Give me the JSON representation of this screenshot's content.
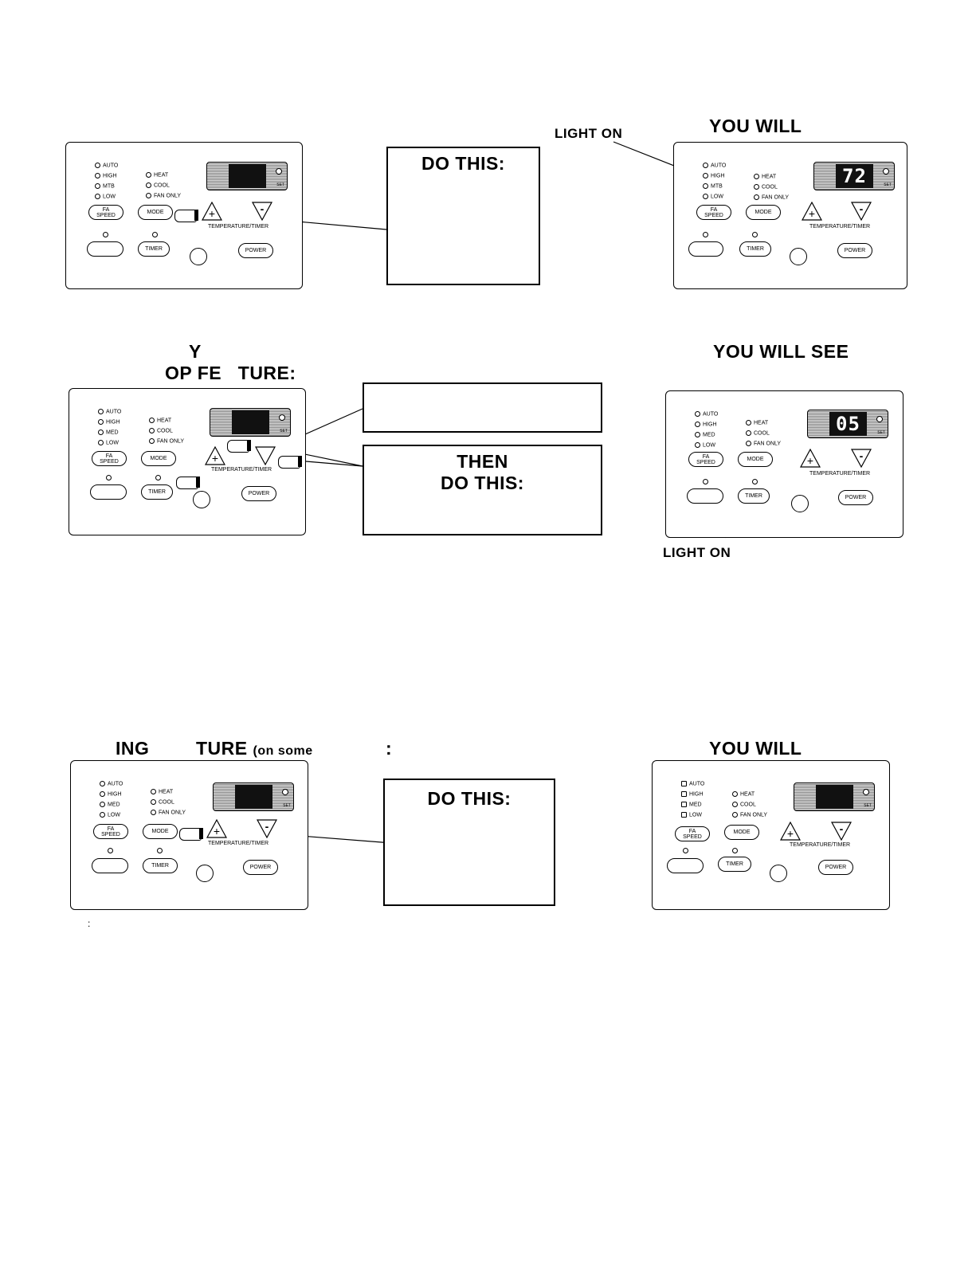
{
  "section1": {
    "callout_light": "LIGHT ON",
    "heading_right": "YOU WILL",
    "instruction": "DO THIS:",
    "display_value": "72"
  },
  "section2": {
    "heading_left_1": "Y",
    "heading_left_2": "OP FE   TURE:",
    "heading_right": "YOU WILL SEE",
    "instruction_then": "THEN",
    "instruction_do": "DO THIS:",
    "callout_light": "LIGHT ON",
    "display_value": "05"
  },
  "section3": {
    "heading_left_a": "ING",
    "heading_left_b": "TURE",
    "heading_left_c": "(on some",
    "heading_left_colon": ":",
    "heading_right": "YOU WILL",
    "instruction": "DO THIS:",
    "footnote": ":"
  },
  "panel": {
    "auto": "AUTO",
    "high": "HIGH",
    "med": "MED",
    "med_alt": "MTB",
    "low": "LOW",
    "heat": "HEAT",
    "cool": "COOL",
    "fan_only": "FAN ONLY",
    "fan_speed_1": "FA",
    "fan_speed_2": "SPEED",
    "mode": "MODE",
    "timer": "TIMER",
    "power": "POWER",
    "temp_timer": "TEMPERATURE/TIMER",
    "plus": "+",
    "minus": "-",
    "set": "SET"
  }
}
